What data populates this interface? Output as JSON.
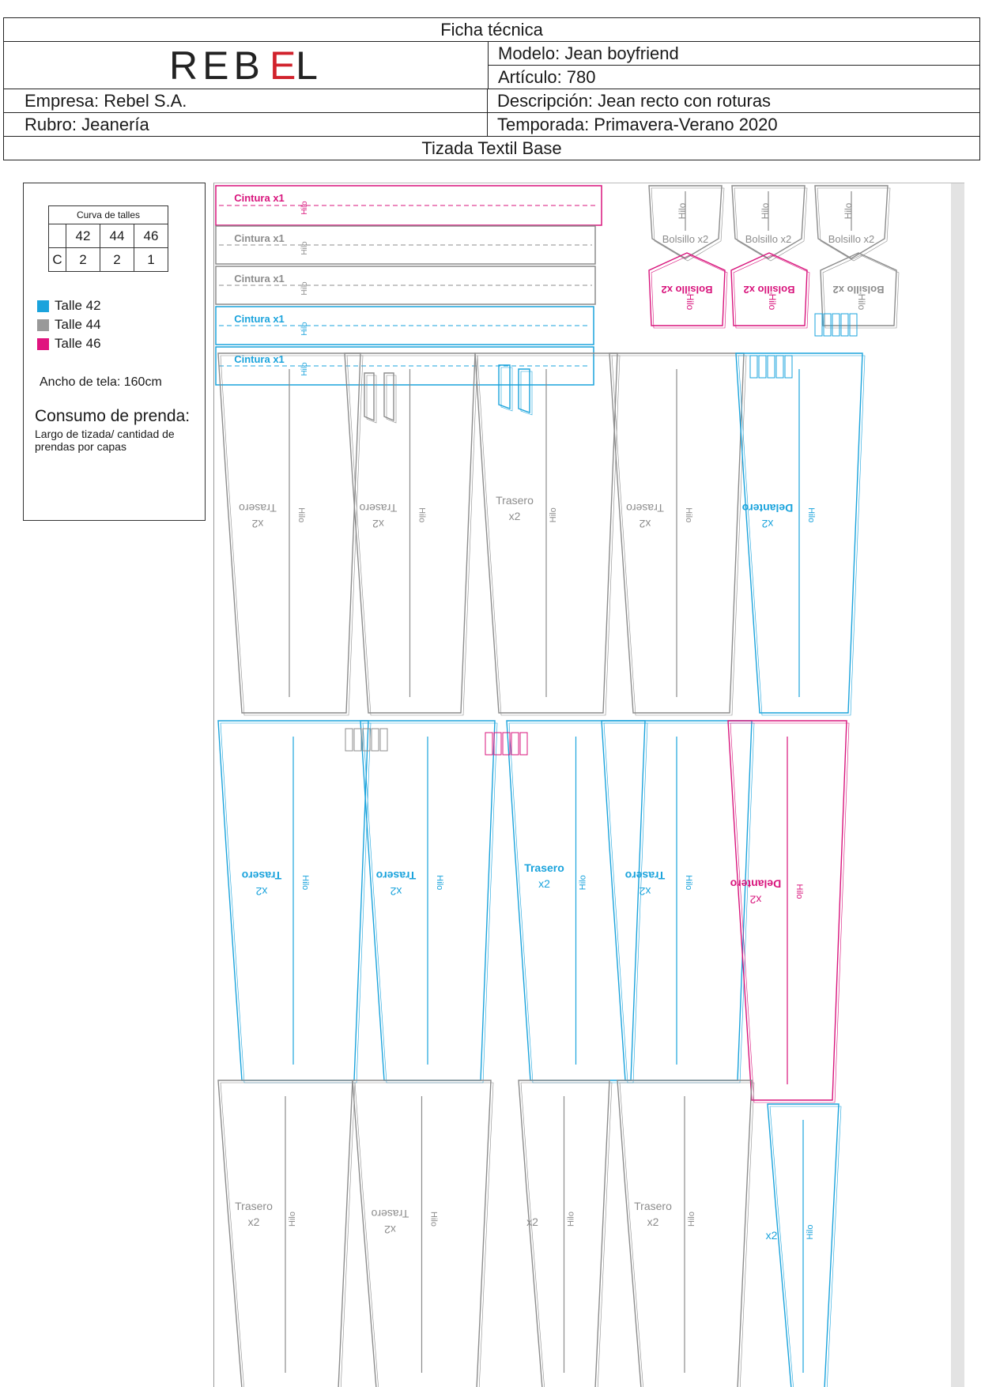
{
  "header": {
    "title": "Ficha técnica",
    "logo": {
      "pre": "REB",
      "mid": "Ǝ",
      "post": "L"
    },
    "modelo": "Modelo: Jean boyfriend",
    "articulo": "Artículo: 780",
    "empresa": "Empresa: Rebel S.A.",
    "descripcion": "Descripción: Jean recto con roturas",
    "rubro": "Rubro: Jeanería",
    "temporada": "Temporada: Primavera-Verano 2020",
    "subtitulo": "Tizada Textil Base"
  },
  "info": {
    "curva_title": "Curva de talles",
    "sizes": [
      "42",
      "44",
      "46"
    ],
    "row_label": "C",
    "quantities": [
      "2",
      "2",
      "1"
    ],
    "legend": [
      {
        "label": "Talle 42",
        "color": "#1aa3dc"
      },
      {
        "label": "Talle 44",
        "color": "#999999"
      },
      {
        "label": "Talle 46",
        "color": "#e0147f"
      }
    ],
    "ancho": "Ancho de tela: 160cm",
    "consumo_title": "Consumo de prenda:",
    "consumo_desc": "Largo de tizada/ cantidad de prendas por capas"
  },
  "pieces": {
    "cintura": "Cintura x1",
    "hilo": "Hilo",
    "bolsillo": "Bolsillo x2",
    "trasero": "Trasero",
    "delantero": "Delantero",
    "x2": "x2"
  },
  "colors": {
    "t42": "#1aa3dc",
    "t44": "#8c8c8c",
    "t46": "#d8147c"
  }
}
